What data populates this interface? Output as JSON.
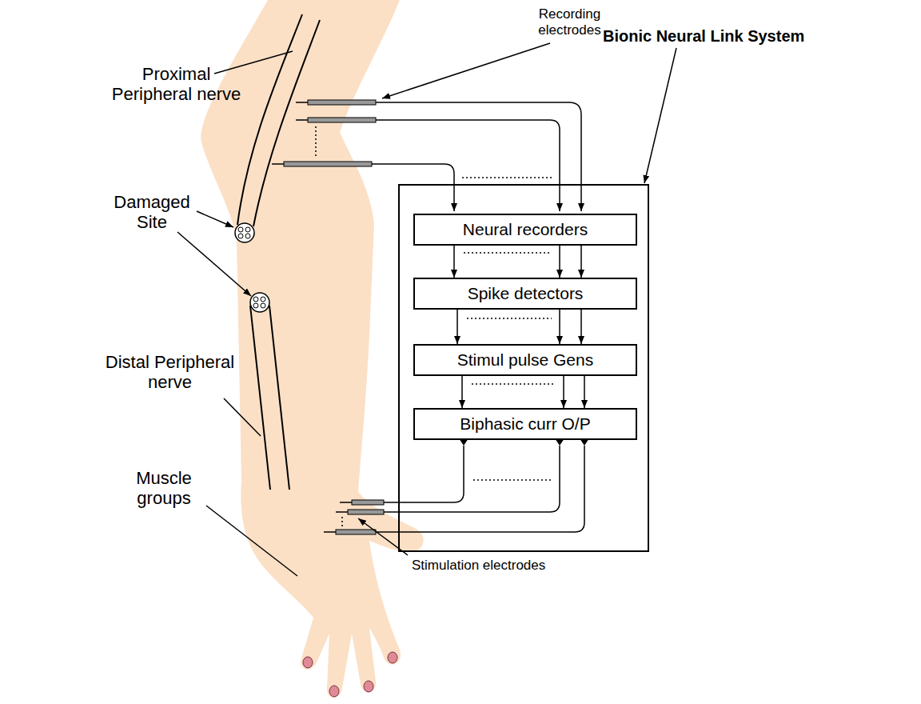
{
  "diagram": {
    "nodes": [
      {
        "text": [
          "Bionic Neural Link System"
        ]
      },
      {
        "text": [
          "Neural recorders"
        ],
        "in": 0
      },
      {
        "text": [
          "Spike detectors"
        ],
        "in": 0
      },
      {
        "text": [
          "Stimul pulse Gens"
        ],
        "in": 0
      },
      {
        "text": [
          "Biphasic curr O/P"
        ],
        "in": 0
      }
    ],
    "edges": [
      {
        "from": 1,
        "to": 2,
        "arrow": "to"
      },
      {
        "from": 1,
        "to": 2,
        "arrow": "to"
      },
      {
        "from": 1,
        "to": 2,
        "arrow": "to"
      },
      {
        "from": 2,
        "to": 3,
        "arrow": "to"
      },
      {
        "from": 2,
        "to": 3,
        "arrow": "to"
      },
      {
        "from": 2,
        "to": 3,
        "arrow": "to"
      },
      {
        "from": 3,
        "to": 4,
        "arrow": "to"
      },
      {
        "from": 3,
        "to": 4,
        "arrow": "to"
      },
      {
        "from": 3,
        "to": 4,
        "arrow": "to"
      }
    ],
    "labels": [
      "Recording electrodes",
      "Proximal Peripheral nerve",
      "Damaged Site",
      "Distal Peripheral nerve",
      "Muscle groups",
      "Stimulation electrodes"
    ]
  }
}
